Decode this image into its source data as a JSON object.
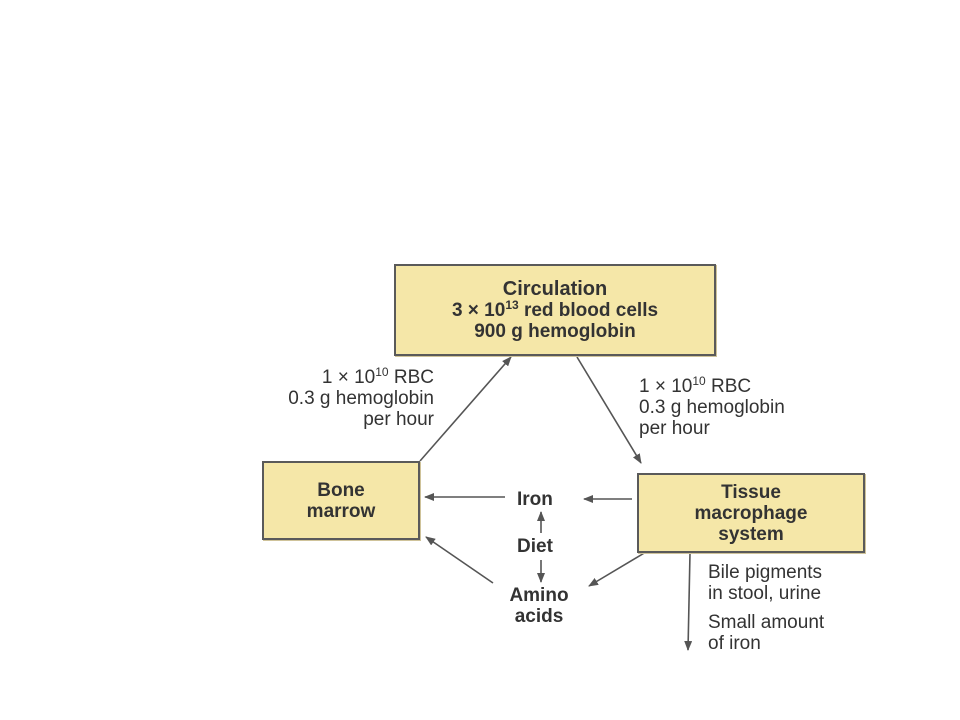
{
  "diagram": {
    "circulation": {
      "title": "Circulation",
      "cells_prefix": "3 × 10",
      "cells_exp": "13",
      "cells_suffix": " red blood cells",
      "hemoglobin": "900 g hemoglobin"
    },
    "bone_marrow": {
      "line1": "Bone",
      "line2": "marrow"
    },
    "tissue": {
      "line1": "Tissue",
      "line2": "macrophage",
      "line3": "system"
    },
    "left_flow": {
      "rbc_prefix": "1 × 10",
      "rbc_exp": "10",
      "rbc_suffix": " RBC",
      "hemoglobin": "0.3 g hemoglobin",
      "rate": "per hour"
    },
    "right_flow": {
      "rbc_prefix": "1 × 10",
      "rbc_exp": "10",
      "rbc_suffix": " RBC",
      "hemoglobin": "0.3 g hemoglobin",
      "rate": "per hour"
    },
    "iron": "Iron",
    "diet": "Diet",
    "amino": {
      "line1": "Amino",
      "line2": "acids"
    },
    "bile": {
      "line1": "Bile pigments",
      "line2": "in stool, urine"
    },
    "small_iron": {
      "line1": "Small amount",
      "line2": "of iron"
    }
  }
}
